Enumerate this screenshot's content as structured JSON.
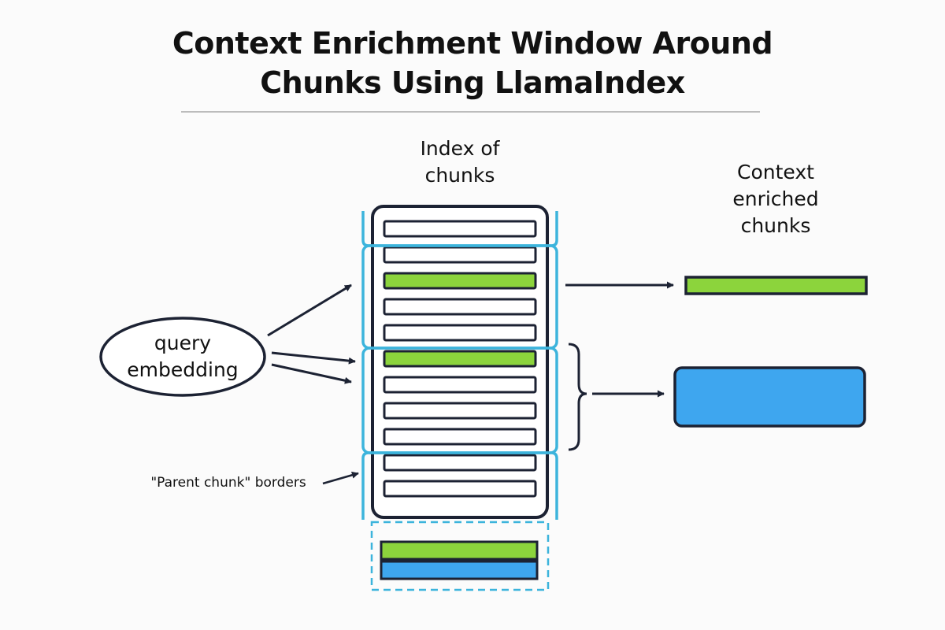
{
  "title": {
    "line1": "Context Enrichment Window Around",
    "line2": "Chunks Using LlamaIndex"
  },
  "labels": {
    "index_line1": "Index of",
    "index_line2": "chunks",
    "context_line1": "Context",
    "context_line2": "enriched",
    "context_line3": "chunks",
    "query_line1": "query",
    "query_line2": "embedding",
    "parent_borders": "\"Parent chunk\" borders"
  },
  "colors": {
    "outline": "#1c2233",
    "green": "#8cd43c",
    "blue": "#3ea6ef",
    "parent_border": "#3cb4dc",
    "divider": "#bcbcbc"
  },
  "index_rows": [
    "white",
    "white",
    "green",
    "white",
    "white",
    "green",
    "white",
    "white",
    "white",
    "white",
    "white"
  ],
  "window_rows": [
    "green",
    "blue"
  ]
}
